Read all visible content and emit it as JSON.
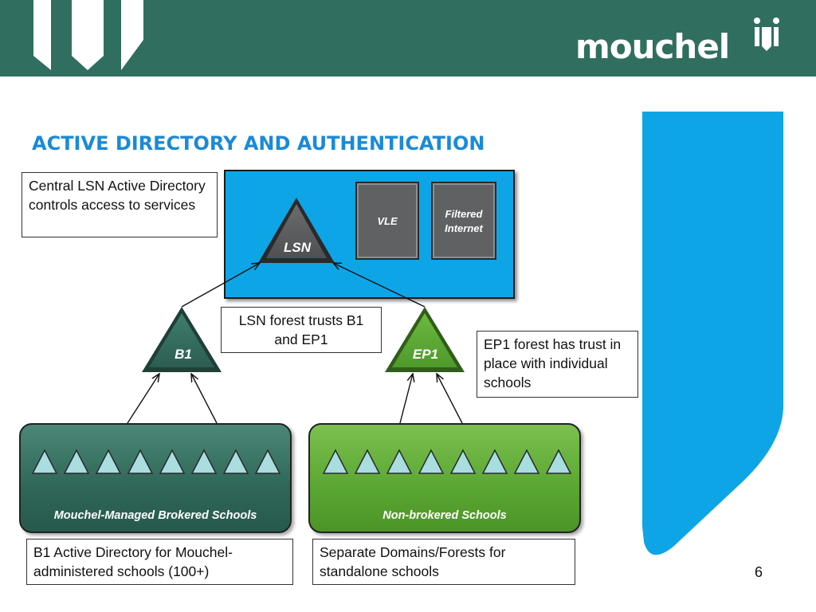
{
  "header": {
    "brand": "mouchel"
  },
  "title": "ACTIVE DIRECTORY AND AUTHENTICATION",
  "notes": {
    "central": "Central LSN Active Directory controls access to services",
    "trust": "LSN forest trusts B1 and EP1",
    "ep1_trust": "EP1 forest has trust in place with individual schools",
    "b1_desc": "B1 Active Directory for Mouchel-administered schools (100+)",
    "separate": "Separate Domains/Forests for standalone schools"
  },
  "nodes": {
    "lsn": "LSN",
    "vle": "VLE",
    "filtered": "Filtered Internet",
    "b1": "B1",
    "ep1": "EP1"
  },
  "groups": {
    "brokered": "Mouchel-Managed Brokered Schools",
    "nonbrokered": "Non-brokered Schools"
  },
  "page_number": "6",
  "colors": {
    "header": "#306f60",
    "title": "#1a8ad6",
    "lsn_panel": "#0ea5e6",
    "brokered": "#2e6657",
    "nonbrokered": "#5aa632",
    "school_triangle": "#a9dde0"
  }
}
